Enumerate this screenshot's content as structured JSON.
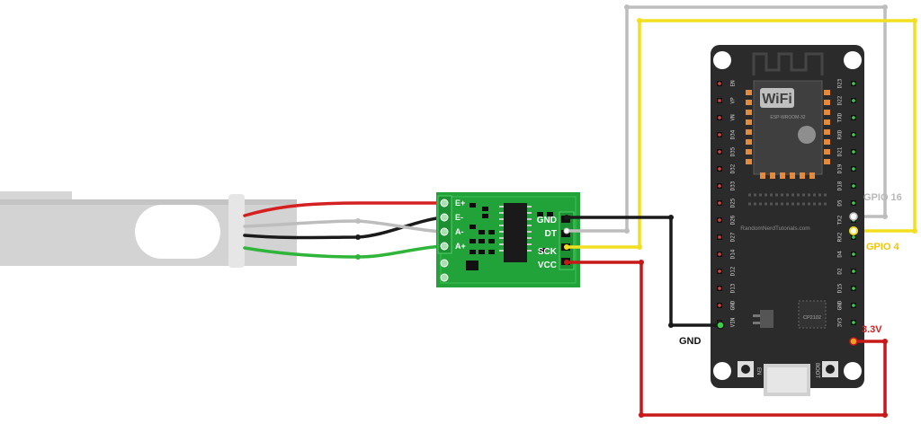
{
  "hx711": {
    "left_pins": [
      "E+",
      "E-",
      "A-",
      "A+"
    ],
    "right_pins": [
      "GND",
      "DT",
      "SCK",
      "VCC"
    ]
  },
  "esp32": {
    "wifi_label": "WiFi",
    "module_text": "ESP-WROOM-32",
    "watermark": "RandomNerdTutorials.com",
    "usb_chip": "CP2102",
    "left_pins": [
      "EN",
      "VP",
      "VN",
      "D34",
      "D35",
      "D32",
      "D33",
      "D25",
      "D26",
      "D27",
      "D14",
      "D12",
      "D13",
      "GND",
      "VIN"
    ],
    "right_pins": [
      "D23",
      "D22",
      "TXD",
      "RXD",
      "D21",
      "D19",
      "D18",
      "D5",
      "TX2",
      "RX2",
      "D4",
      "D2",
      "D15",
      "GND",
      "3V3"
    ],
    "button_left": "EN",
    "button_right": "BOOT"
  },
  "callouts": {
    "gpio16": "GPIO 16",
    "gpio4": "GPIO 4",
    "v33": "3.3V",
    "gnd": "GND"
  },
  "colors": {
    "board_green": "#21a33a",
    "esp_board": "#2b2b2b",
    "wire_red": "#d42020",
    "wire_black": "#1a1a1a",
    "wire_white": "#bdbdbd",
    "wire_green": "#2fb53a",
    "wire_yellow": "#f2e020",
    "gpio16_text": "#b8b8b8",
    "gpio4_text": "#f2c500",
    "v33_text": "#d42020"
  }
}
